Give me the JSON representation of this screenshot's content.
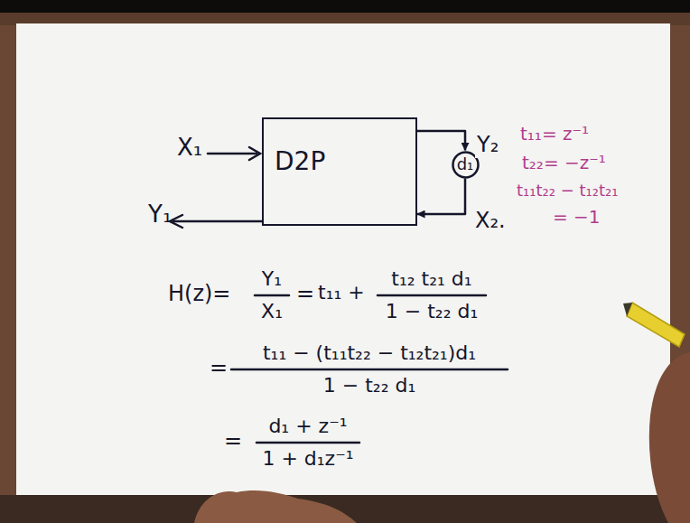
{
  "diagram": {
    "nodes": [
      {
        "text": [
          "D2P"
        ]
      },
      {
        "text": [
          "d₁"
        ]
      }
    ],
    "edges": [
      {
        "from": 0,
        "to": 1,
        "arrow": "to",
        "label": "Y₂"
      },
      {
        "from": 1,
        "to": 0,
        "arrow": "to",
        "label": "X₂."
      }
    ],
    "labels": [
      "X₁",
      "Y₁",
      "t₁₁= z⁻¹",
      "t₂₂= −z⁻¹",
      "t₁₁t₂₂ − t₁₂t₂₁",
      "= −1",
      "H(z)=",
      "Y₁",
      "X₁",
      "=",
      "t₁₁ +",
      "t₁₂ t₂₁ d₁",
      "1 − t₂₂ d₁",
      "=",
      "t₁₁ − (t₁₁t₂₂ − t₁₂t₂₁)d₁",
      "1 − t₂₂ d₁",
      "=",
      "d₁ + z⁻¹",
      "1 + d₁z⁻¹"
    ]
  }
}
